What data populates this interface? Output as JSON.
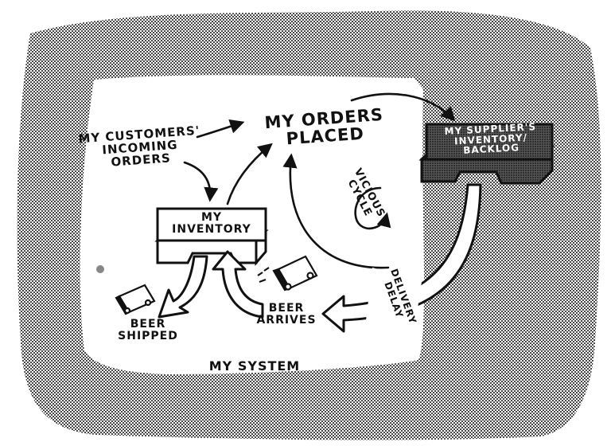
{
  "diagram": {
    "labels": {
      "customers_orders": "MY CUSTOMERS'\nINCOMING\nORDERS",
      "orders_placed": "MY ORDERS\nPLACED",
      "supplier_box": "MY SUPPLIER'S\nINVENTORY/\nBACKLOG",
      "inventory_box": "MY\nINVENTORY",
      "vicious_cycle": "VICIOUS\nCYCLE",
      "delivery_delay": "DELIVERY\nDELAY",
      "beer_shipped": "BEER\nSHIPPED",
      "beer_arrives": "BEER\nARRIVES",
      "my_system": "MY SYSTEM"
    },
    "colors": {
      "ink": "#111111",
      "paper": "#ffffff",
      "screen": "#8a8a8a"
    },
    "icons": [
      "delivery-truck-icon",
      "delivery-truck-icon"
    ]
  }
}
